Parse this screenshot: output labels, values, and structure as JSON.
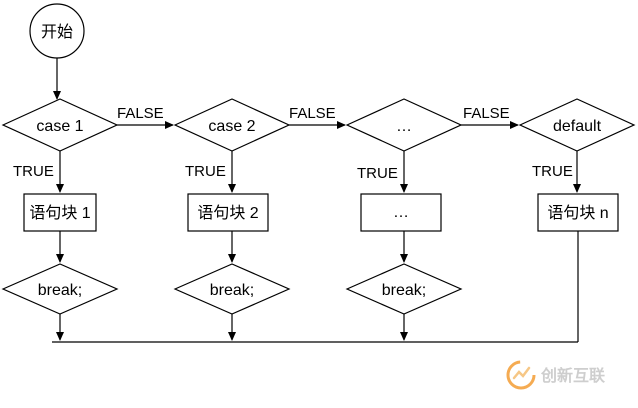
{
  "flowchart": {
    "start": "开始",
    "cases": [
      "case 1",
      "case 2",
      "…",
      "default"
    ],
    "blocks": [
      "语句块 1",
      "语句块 2",
      "…",
      "语句块 n"
    ],
    "breaks": [
      "break;",
      "break;",
      "break;"
    ],
    "true_label": "TRUE",
    "false_label": "FALSE"
  },
  "watermark": {
    "text": "创新互联",
    "colors": {
      "orange": "#f4a340",
      "text": "#c9c9c9"
    }
  },
  "colors": {
    "stroke": "#000000",
    "background": "#ffffff"
  }
}
